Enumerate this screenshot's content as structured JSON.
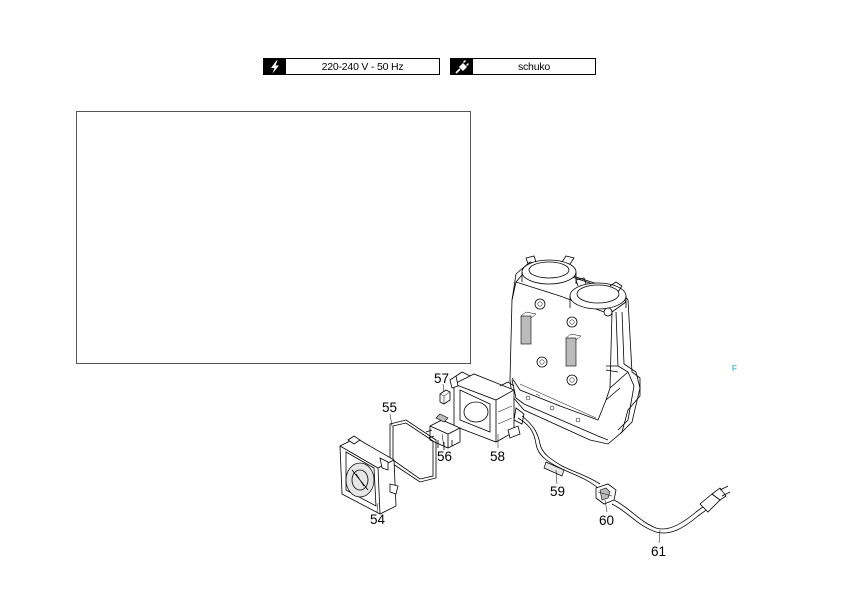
{
  "spec_bar": {
    "voltage": {
      "icon": "lightning-bolt-icon",
      "text": "220-240 V - 50 Hz"
    },
    "plug": {
      "icon": "plug-icon",
      "text": "schuko"
    }
  },
  "corner_mark": "F",
  "part_labels": {
    "p54": "54",
    "p55": "55",
    "p56": "56",
    "p57": "57",
    "p58": "58",
    "p59": "59",
    "p60": "60",
    "p61": "61"
  }
}
